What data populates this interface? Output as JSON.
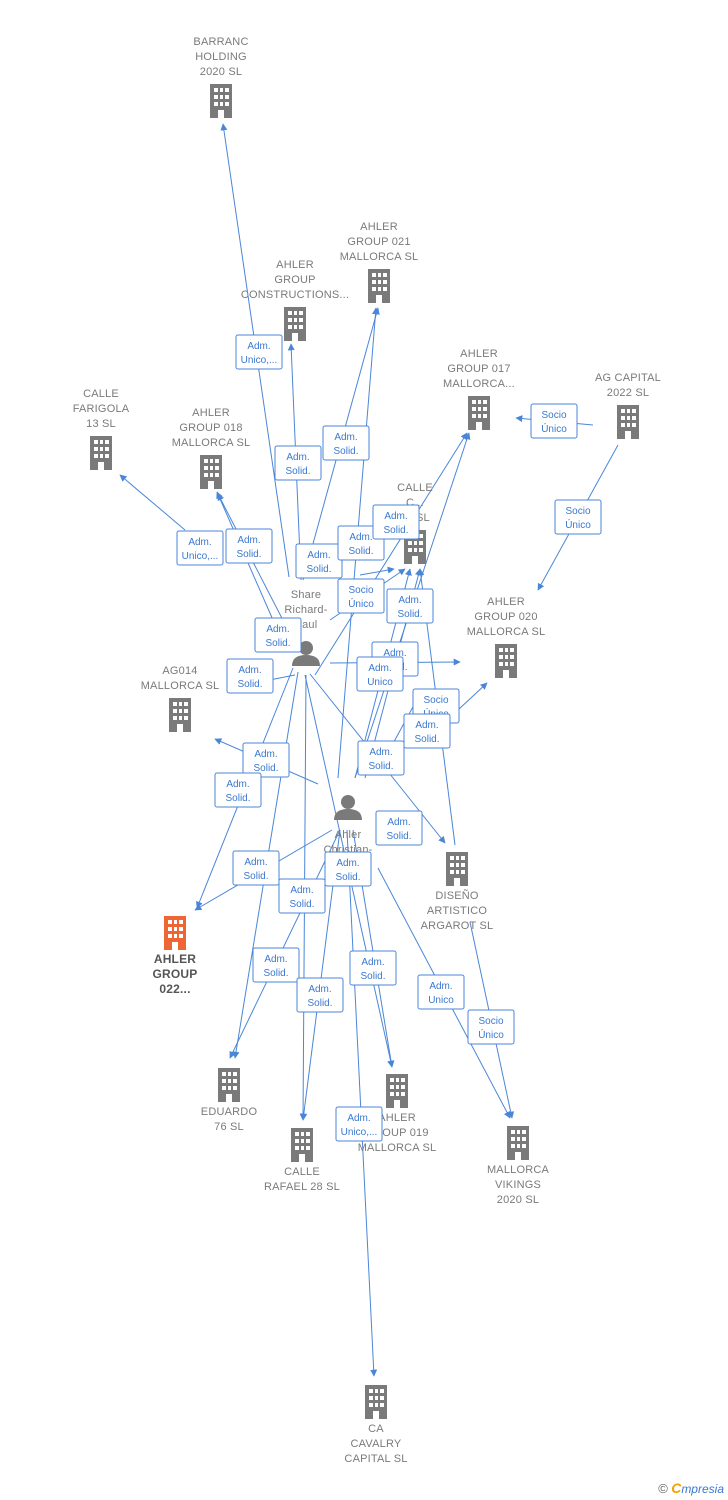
{
  "colors": {
    "edge": "#4a86d8",
    "building": "#7a7a7a",
    "highlight_building": "#ee6633"
  },
  "nodes": [
    {
      "id": "barranc",
      "type": "company",
      "label": [
        "BARRANC",
        "HOLDING",
        "2020  SL"
      ]
    },
    {
      "id": "ahler021",
      "type": "company",
      "label": [
        "AHLER",
        "GROUP 021",
        "MALLORCA  SL"
      ]
    },
    {
      "id": "ahlerconst",
      "type": "company",
      "label": [
        "AHLER",
        "GROUP",
        "CONSTRUCTIONS..."
      ]
    },
    {
      "id": "ahler017",
      "type": "company",
      "label": [
        "AHLER",
        "GROUP 017",
        "MALLORCA..."
      ]
    },
    {
      "id": "agcapital",
      "type": "company",
      "label": [
        "AG CAPITAL",
        "2022  SL"
      ]
    },
    {
      "id": "farigola",
      "type": "company",
      "label": [
        "CALLE",
        "FARIGOLA",
        "13  SL"
      ]
    },
    {
      "id": "ahler018",
      "type": "company",
      "label": [
        "AHLER",
        "GROUP 018",
        "MALLORCA  SL"
      ]
    },
    {
      "id": "calle23",
      "type": "company",
      "label": [
        "CALLE",
        "C...",
        "23  SL"
      ]
    },
    {
      "id": "ahler020",
      "type": "company",
      "label": [
        "AHLER",
        "GROUP 020",
        "MALLORCA  SL"
      ]
    },
    {
      "id": "ag014",
      "type": "company",
      "label": [
        "AG014",
        "MALLORCA  SL"
      ]
    },
    {
      "id": "share",
      "type": "person",
      "label": [
        "Share",
        "Richard-",
        "Paul"
      ]
    },
    {
      "id": "christian",
      "type": "person",
      "label": [
        "Ahler",
        "Christian-",
        "G..."
      ]
    },
    {
      "id": "ahler022",
      "type": "company",
      "highlight": true,
      "label": [
        "AHLER",
        "GROUP",
        "022..."
      ]
    },
    {
      "id": "diseno",
      "type": "company",
      "label": [
        "DISEÑO",
        "ARTISTICO",
        "ARGAROT  SL"
      ]
    },
    {
      "id": "eduardo",
      "type": "company",
      "label": [
        "EDUARDO",
        "76  SL"
      ]
    },
    {
      "id": "ahler019",
      "type": "company",
      "label": [
        "AHLER",
        "GROUP 019",
        "MALLORCA  SL"
      ]
    },
    {
      "id": "rafael",
      "type": "company",
      "label": [
        "CALLE",
        "RAFAEL 28  SL"
      ]
    },
    {
      "id": "vikings",
      "type": "company",
      "label": [
        "MALLORCA",
        "VIKINGS",
        "2020  SL"
      ]
    },
    {
      "id": "cavalry",
      "type": "company",
      "label": [
        "CA",
        "CAVALRY",
        "CAPITAL  SL"
      ]
    }
  ],
  "edge_labels": [
    [
      "Adm.",
      "Unico,..."
    ],
    [
      "Adm.",
      "Solid."
    ],
    [
      "Adm.",
      "Solid."
    ],
    [
      "Socio",
      "Único"
    ],
    [
      "Socio",
      "Único"
    ],
    [
      "Adm.",
      "Unico,..."
    ],
    [
      "Adm.",
      "Solid."
    ],
    [
      "Adm.",
      "Solid."
    ],
    [
      "Adm.",
      "Solid."
    ],
    [
      "Adm.",
      "Solid."
    ],
    [
      "Adm.",
      "Solid."
    ],
    [
      "Socio",
      "Único"
    ],
    [
      "Adm.",
      "Solid."
    ],
    [
      "Adm.",
      "Solid."
    ],
    [
      "Adm.",
      "Solid."
    ],
    [
      "Adm.",
      "Unico"
    ],
    [
      "Socio",
      "Único"
    ],
    [
      "Adm.",
      "Solid."
    ],
    [
      "Adm.",
      "Solid."
    ],
    [
      "Adm.",
      "Solid."
    ],
    [
      "Adm.",
      "Solid."
    ],
    [
      "Adm.",
      "Solid."
    ],
    [
      "Adm.",
      "Solid."
    ],
    [
      "Adm.",
      "Solid."
    ],
    [
      "Adm.",
      "Solid."
    ],
    [
      "Adm.",
      "Solid."
    ],
    [
      "Adm.",
      "Solid."
    ],
    [
      "Adm.",
      "Solid."
    ],
    [
      "Adm.",
      "Unico"
    ],
    [
      "Socio",
      "Único"
    ],
    [
      "Adm.",
      "Unico,..."
    ]
  ],
  "footer": {
    "copyright": "©",
    "brand_initial": "C",
    "brand_rest": "mpresia"
  }
}
